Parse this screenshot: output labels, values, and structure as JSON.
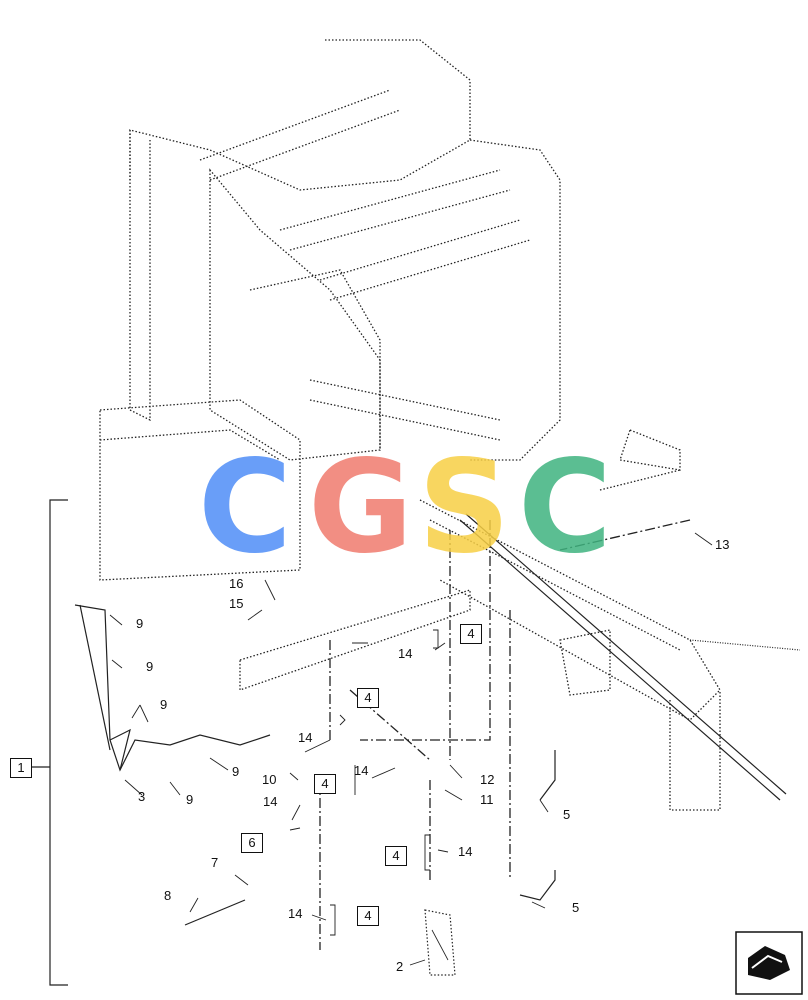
{
  "callouts": {
    "c1": "1",
    "c2": "2",
    "c3": "3",
    "c4a": "4",
    "c4b": "4",
    "c4c": "4",
    "c4d": "4",
    "c4e": "4",
    "c5a": "5",
    "c5b": "5",
    "c6": "6",
    "c7": "7",
    "c8": "8",
    "c9a": "9",
    "c9b": "9",
    "c9c": "9",
    "c9d": "9",
    "c9e": "9",
    "c10": "10",
    "c11": "11",
    "c12": "12",
    "c13": "13",
    "c14a": "14",
    "c14b": "14",
    "c14c": "14",
    "c14d": "14",
    "c14e": "14",
    "c14f": "14",
    "c15": "15",
    "c16": "16"
  },
  "watermark": {
    "letters": [
      "C",
      "G",
      "S",
      "C"
    ],
    "colors": [
      "#4f8ef7",
      "#f07b6e",
      "#f7cf45",
      "#3fb37f"
    ]
  },
  "icons": {
    "nav": "pointer-arrow-icon"
  }
}
